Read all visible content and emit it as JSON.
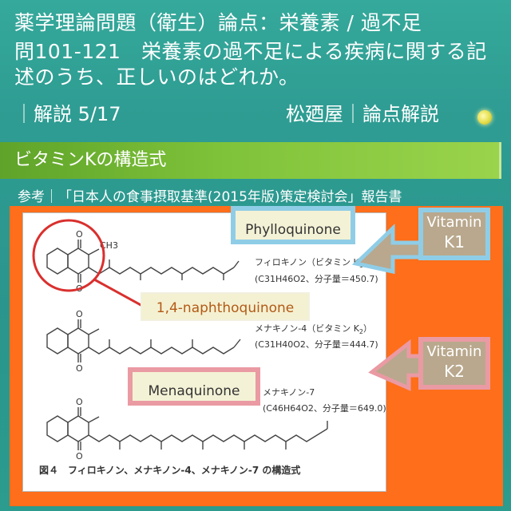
{
  "title": {
    "line1": "薬学理論問題（衛生）論点：栄養素 / 過不足",
    "line2": "問101-121　栄養素の過不足による疾病に関する記",
    "line3": "述のうち、正しいのはどれか。",
    "page": "｜解説 5/17",
    "brand": "松廼屋｜論点解説"
  },
  "banner": {
    "text": "ビタミンKの構造式"
  },
  "reference": {
    "text": "参考｜「日本人の食事摂取基準(2015年版)策定検討会」報告書"
  },
  "figure": {
    "phylloquinone_name": "フィロキノン（ビタミン K",
    "phylloquinone_sub": "1",
    "phylloquinone_formula": "(C31H46O2、分子量＝450.7)",
    "mk4_name": "メナキノン-4（ビタミン K",
    "mk4_sub": "2",
    "mk4_formula": "(C31H40O2、分子量＝444.7)",
    "mk7_name": "メナキノン-7",
    "mk7_formula": "(C46H64O2、分子量＝649.0)",
    "caption": "図４　フィロキノン、メナキノン-4、メナキノン-7 の構造式",
    "o_label": "O",
    "ch3_label": "CH3"
  },
  "annotations": {
    "phylloquinone": "Phylloquinone",
    "naphthoquinone": "1,4-naphthoquinone",
    "menaquinone": "Menaquinone",
    "vitamin_k1_a": "Vitamin",
    "vitamin_k1_b": "K1",
    "vitamin_k2_a": "Vitamin",
    "vitamin_k2_b": "K2"
  },
  "colors": {
    "background": "#2f9d93",
    "banner": "#7fc33a",
    "panel": "#ff6e1a",
    "blue_frame": "#8fcde7",
    "pink_frame": "#ea9aa3",
    "circle": "#d9302e"
  }
}
